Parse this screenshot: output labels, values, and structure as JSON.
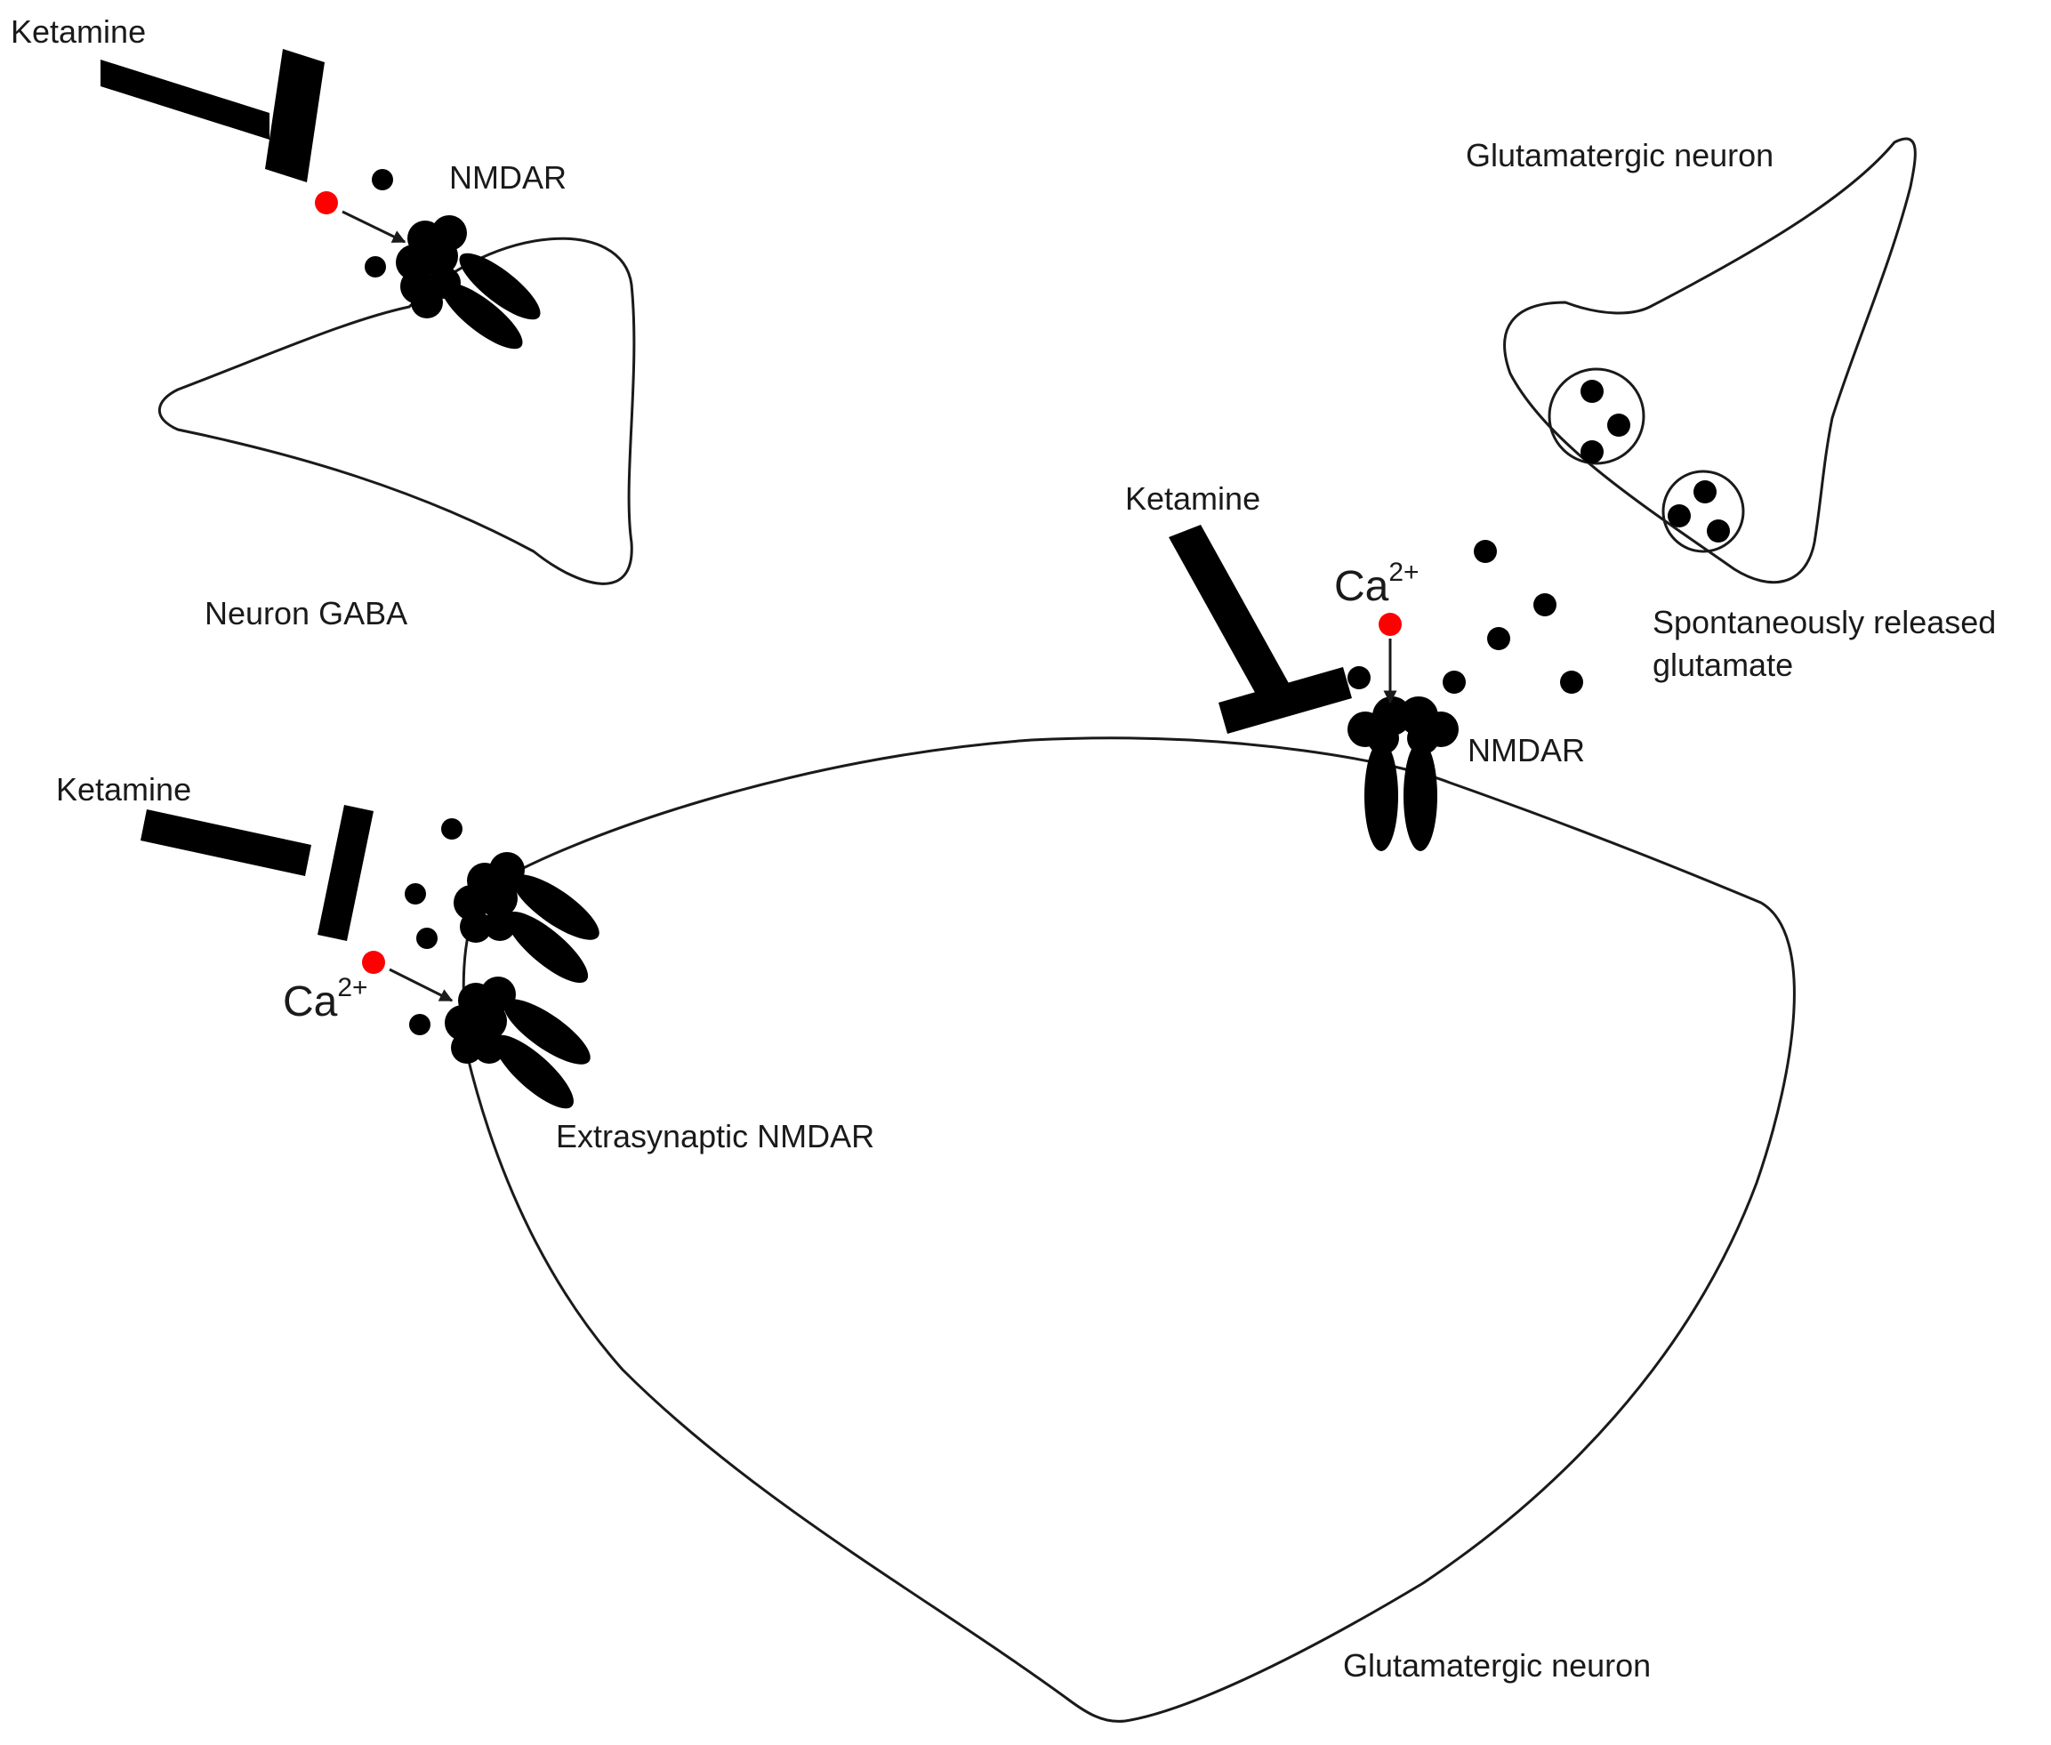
{
  "labels": {
    "ketamine_top_left": "Ketamine",
    "nmdar_top_left": "NMDAR",
    "neuron_gaba": "Neuron GABA",
    "glutamatergic_neuron_top": "Glutamatergic neuron",
    "ketamine_right": "Ketamine",
    "spontaneously_released_line1": "Spontaneously released",
    "spontaneously_released_line2": "glutamate",
    "nmdar_right": "NMDAR",
    "ketamine_left": "Ketamine",
    "extrasynaptic_nmdar": "Extrasynaptic NMDAR",
    "glutamatergic_neuron_bottom": "Glutamatergic neuron",
    "ca_base": "Ca",
    "ca_sup": "2+"
  },
  "colors": {
    "outline": "#1a1a1a",
    "receptor": "#000000",
    "glutamate": "#000000",
    "calcium_ion": "#ff0000"
  }
}
